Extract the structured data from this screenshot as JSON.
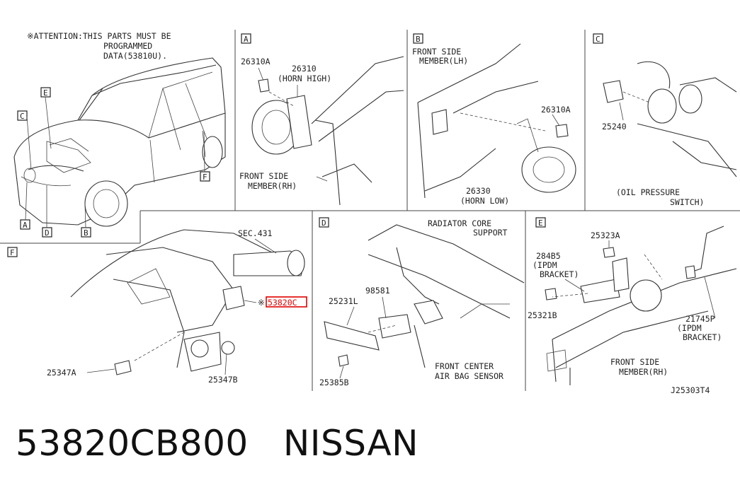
{
  "attention": {
    "line1": "※ATTENTION:THIS PARTS MUST BE",
    "line2": "PROGRAMMED",
    "line3": "DATA(53810U)."
  },
  "car_callouts": [
    "E",
    "C",
    "F",
    "A",
    "D",
    "B"
  ],
  "panels": {
    "A": {
      "letter": "A",
      "p1": "26310A",
      "p2": "26310",
      "p2_desc": "(HORN HIGH)",
      "p3_line1": "FRONT SIDE",
      "p3_line2": "MEMBER(RH)"
    },
    "B": {
      "letter": "B",
      "p1_line1": "FRONT SIDE",
      "p1_line2": "MEMBER(LH)",
      "p2": "26310A",
      "p3": "26330",
      "p3_desc": "(HORN LOW)"
    },
    "C": {
      "letter": "C",
      "p1": "25240",
      "p2_line1": "(OIL PRESSURE",
      "p2_line2": "SWITCH)"
    },
    "F": {
      "letter": "F",
      "p1": "SEC.431",
      "p2": "25347A",
      "p3": "25347B",
      "highlight": "53820C",
      "highlight_prefix": "※"
    },
    "D": {
      "letter": "D",
      "p1_line1": "RADIATOR CORE",
      "p1_line2": "SUPPORT",
      "p2": "98581",
      "p3": "25231L",
      "p4": "25385B",
      "p5_line1": "FRONT CENTER",
      "p5_line2": "AIR BAG SENSOR"
    },
    "E": {
      "letter": "E",
      "p1": "25323A",
      "p2": "284B5",
      "p2_line1": "(IPDM",
      "p2_line2": "BRACKET)",
      "p3": "25321B",
      "p4": "21745P",
      "p4_line1": "(IPDM",
      "p4_line2": "BRACKET)",
      "p5_line1": "FRONT SIDE",
      "p5_line2": "MEMBER(RH)"
    }
  },
  "diagram_code": "J25303T4",
  "caption": {
    "part_number": "53820CB800",
    "brand": "NISSAN"
  },
  "colors": {
    "line": "#222222",
    "highlight": "#e00000"
  }
}
